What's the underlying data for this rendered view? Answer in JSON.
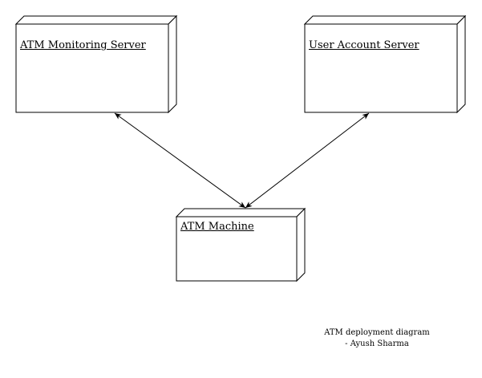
{
  "diagram": {
    "nodes": [
      {
        "id": "monitoring",
        "label": "ATM Monitoring Server"
      },
      {
        "id": "account",
        "label": "User Account Server"
      },
      {
        "id": "machine",
        "label": "ATM Machine"
      }
    ],
    "connections": [
      {
        "from": "monitoring",
        "to": "machine",
        "bidirectional": true
      },
      {
        "from": "account",
        "to": "machine",
        "bidirectional": true
      }
    ]
  },
  "caption": {
    "line1": "ATM deployment diagram",
    "line2": "- Ayush Sharma"
  }
}
